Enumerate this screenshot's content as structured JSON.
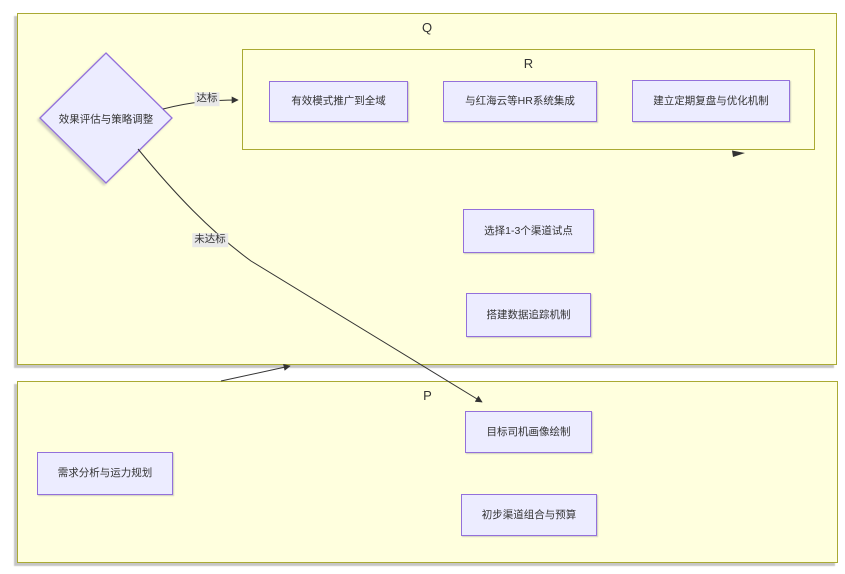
{
  "diagram": {
    "groups": {
      "q": {
        "label": "Q"
      },
      "r": {
        "label": "R"
      },
      "p": {
        "label": "P"
      }
    },
    "nodes": {
      "decision": {
        "label": "效果评估与策略调整"
      },
      "promote_all": {
        "label": "有效模式推广到全域"
      },
      "hr_integration": {
        "label": "与红海云等HR系统集成"
      },
      "review_optimize": {
        "label": "建立定期复盘与优化机制"
      },
      "pilot_channels": {
        "label": "选择1-3个渠道试点"
      },
      "data_tracking": {
        "label": "搭建数据追踪机制"
      },
      "driver_profile": {
        "label": "目标司机画像绘制"
      },
      "demand_analysis": {
        "label": "需求分析与运力规划"
      },
      "channel_budget": {
        "label": "初步渠道组合与预算"
      }
    },
    "edges": {
      "pass": {
        "label": "达标"
      },
      "fail": {
        "label": "未达标"
      }
    },
    "colors": {
      "node_fill": "#ececff",
      "node_border": "#9370db",
      "group_fill": "#ffffde",
      "group_border": "#aaaa33",
      "edge_label_bg": "#e8e8e8",
      "line": "#333333",
      "text": "#333333",
      "page_bg": "#ffffff"
    }
  }
}
